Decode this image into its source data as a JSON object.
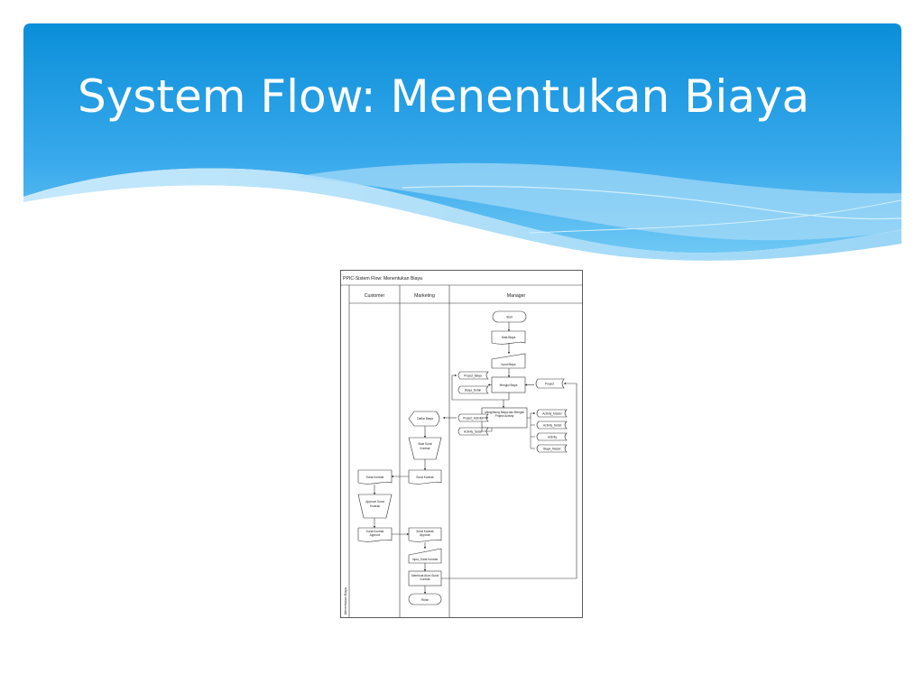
{
  "slide": {
    "title": "System Flow: Menentukan Biaya"
  },
  "colors": {
    "header_top": "#0a8fd9",
    "header_bottom": "#5cc0f2",
    "wave_light": "#9fd8f7",
    "line": "#333333"
  },
  "diagram": {
    "title": "PPIC-Sistem Flow: Menentukan Biaya",
    "side_label": "Menentukan Biaya",
    "lanes": {
      "customer": "Customer",
      "marketing": "Marketing",
      "manager": "Manager"
    },
    "nodes": {
      "start": "Start",
      "data_biaya": "Data Biaya",
      "input_biaya": "Input Biaya",
      "project_biaya": "Project_Biaya",
      "biaya_detail": "Biaya_Detail",
      "mengisi_biaya": "Mengisi Biaya",
      "project": "Project",
      "daftar_biaya": "Daftar Biaya",
      "project_activity": "Project_Activity",
      "activity_detail": "Activity_Detail",
      "menghitung": "Menghitung Biaya dan Mengisi Project Activity",
      "activity_master": "Activity_Master",
      "activity_detail2": "Activity_Detail",
      "activity": "Activity",
      "biaya_master": "Biaya_Master",
      "buat_surat": "Buat Surat Kontrak",
      "surat_kontrak_mkt": "Surat Kontrak",
      "surat_kontrak_cust": "Surat Kontrak",
      "approve_kontrak": "Approve Surat Kontrak",
      "surat_kontrak_approve_cust": "Surat Kontrak Approve",
      "surat_kontrak_approve_mkt": "Surat Kontrak Approve",
      "input_surat": "Input_Surat Kontrak",
      "membuat_akun": "Membuat Akun Surat Kontrak",
      "finish": "Finish"
    }
  }
}
